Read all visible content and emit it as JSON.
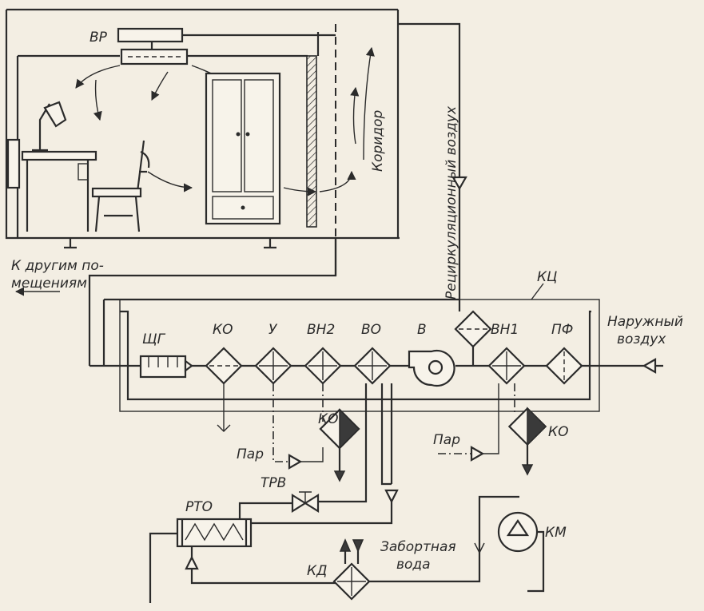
{
  "labels": {
    "vr": "ВР",
    "corridor": "Коридор",
    "recirc": "Рециркуляционный воздух",
    "other_rooms_1": "К другим по-",
    "other_rooms_2": "мещениям",
    "kc": "КЦ",
    "outside_1": "Наружный",
    "outside_2": "воздух",
    "shg": "ЩГ",
    "ko1": "КО",
    "u": "У",
    "vn2": "ВН2",
    "vo": "ВО",
    "v": "В",
    "vn1": "ВН1",
    "pf": "ПФ",
    "ko2": "КО",
    "ko3": "КО",
    "steam1": "Пар",
    "steam2": "Пар",
    "rto": "РТО",
    "trv": "ТРВ",
    "km": "КМ",
    "kd": "КД",
    "seawater_1": "Забортная",
    "seawater_2": "вода"
  }
}
